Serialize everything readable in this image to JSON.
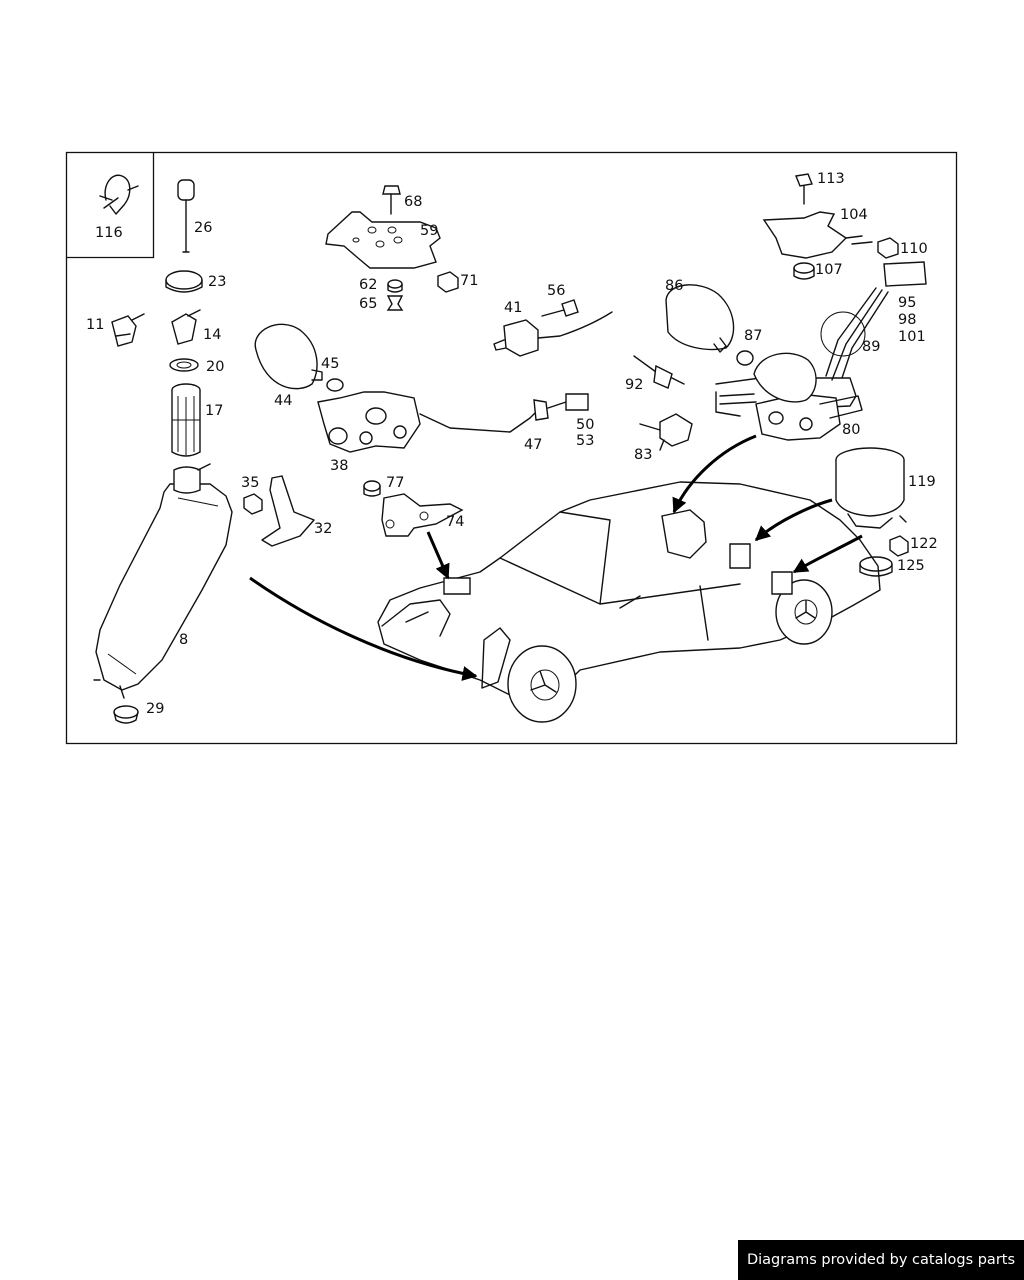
{
  "diagram": {
    "callouts": [
      "116",
      "26",
      "23",
      "11",
      "14",
      "20",
      "17",
      "8",
      "29",
      "35",
      "32",
      "68",
      "59",
      "62",
      "65",
      "71",
      "44",
      "45",
      "38",
      "77",
      "74",
      "41",
      "56",
      "47",
      "50",
      "53",
      "86",
      "87",
      "92",
      "83",
      "80",
      "113",
      "104",
      "110",
      "107",
      "95",
      "98",
      "101",
      "89",
      "119",
      "122",
      "125"
    ]
  },
  "footer": {
    "text": "Diagrams provided by catalogs parts"
  }
}
